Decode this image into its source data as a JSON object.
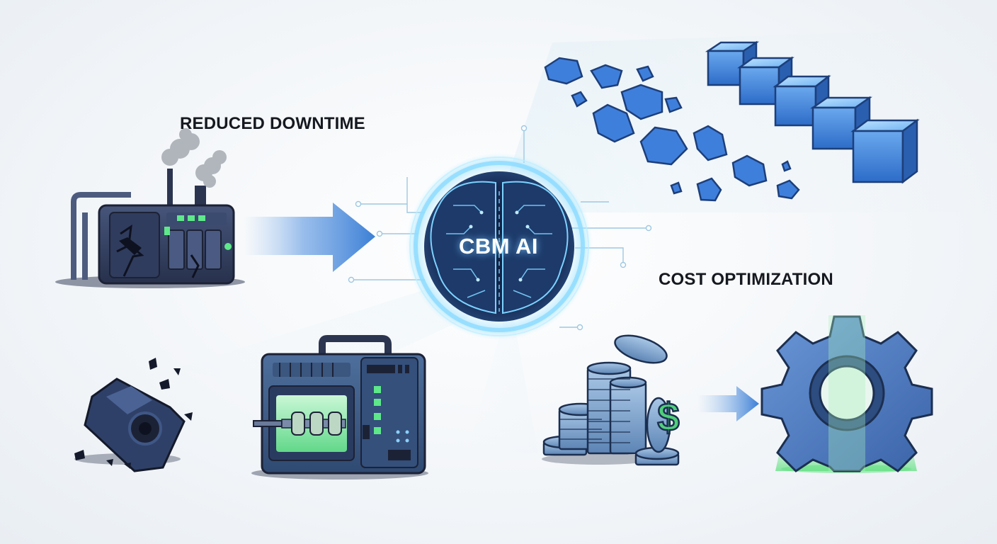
{
  "labels": {
    "reduced_downtime": "REDUCED DOWNTIME",
    "center": "CBM AI",
    "cost_optimization": "COST OPTIMIZATION"
  },
  "colors": {
    "accent_blue": "#3b7fd6",
    "glow_cyan": "#7fd8ff",
    "machine_dark": "#2b3550",
    "indicator_green": "#5ee88a",
    "background": "#f3f6f9"
  },
  "icons": [
    "damaged-machine-icon",
    "smoke-icon",
    "arrow-right-icon",
    "brain-chip-icon",
    "scattered-blocks-icon",
    "cube-row-icon",
    "broken-part-icon",
    "healthy-machine-icon",
    "coin-stacks-icon",
    "dollar-sign-icon",
    "gear-icon"
  ]
}
